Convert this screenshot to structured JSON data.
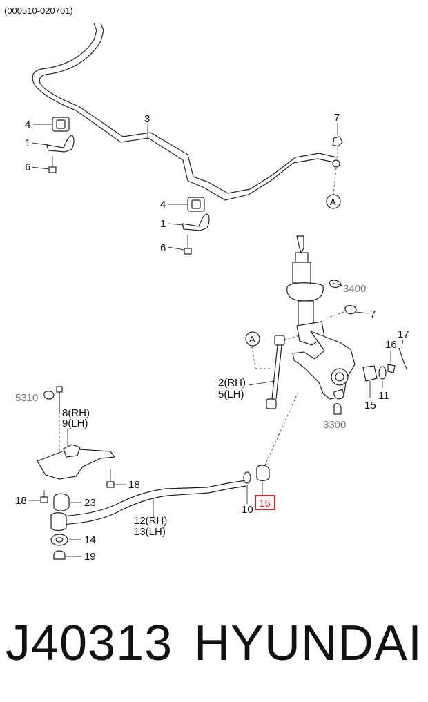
{
  "header": {
    "code": "(000510-020701)"
  },
  "labels": {
    "p4a": "4",
    "p1a": "1",
    "p6a": "6",
    "p3": "3",
    "p7a": "7",
    "refA1": "A",
    "p4b": "4",
    "p1b": "1",
    "p6b": "6",
    "p3400": "3400",
    "p7b": "7",
    "refA2": "A",
    "p17": "17",
    "p16": "16",
    "p15b": "15",
    "p11": "11",
    "p2rh": "2(RH)",
    "p5lh": "5(LH)",
    "p3300": "3300",
    "p5310": "5310",
    "p8rh": "8(RH)",
    "p9lh": "9(LH)",
    "p18a": "18",
    "p18b": "18",
    "p23": "23",
    "p12rh": "12(RH)",
    "p13lh": "13(LH)",
    "p14": "14",
    "p19": "19",
    "p10": "10",
    "p15a": "15"
  },
  "highlight": {
    "color": "#d9252a"
  },
  "footer": {
    "part_number": "J40313",
    "brand": "HYUNDAI"
  }
}
